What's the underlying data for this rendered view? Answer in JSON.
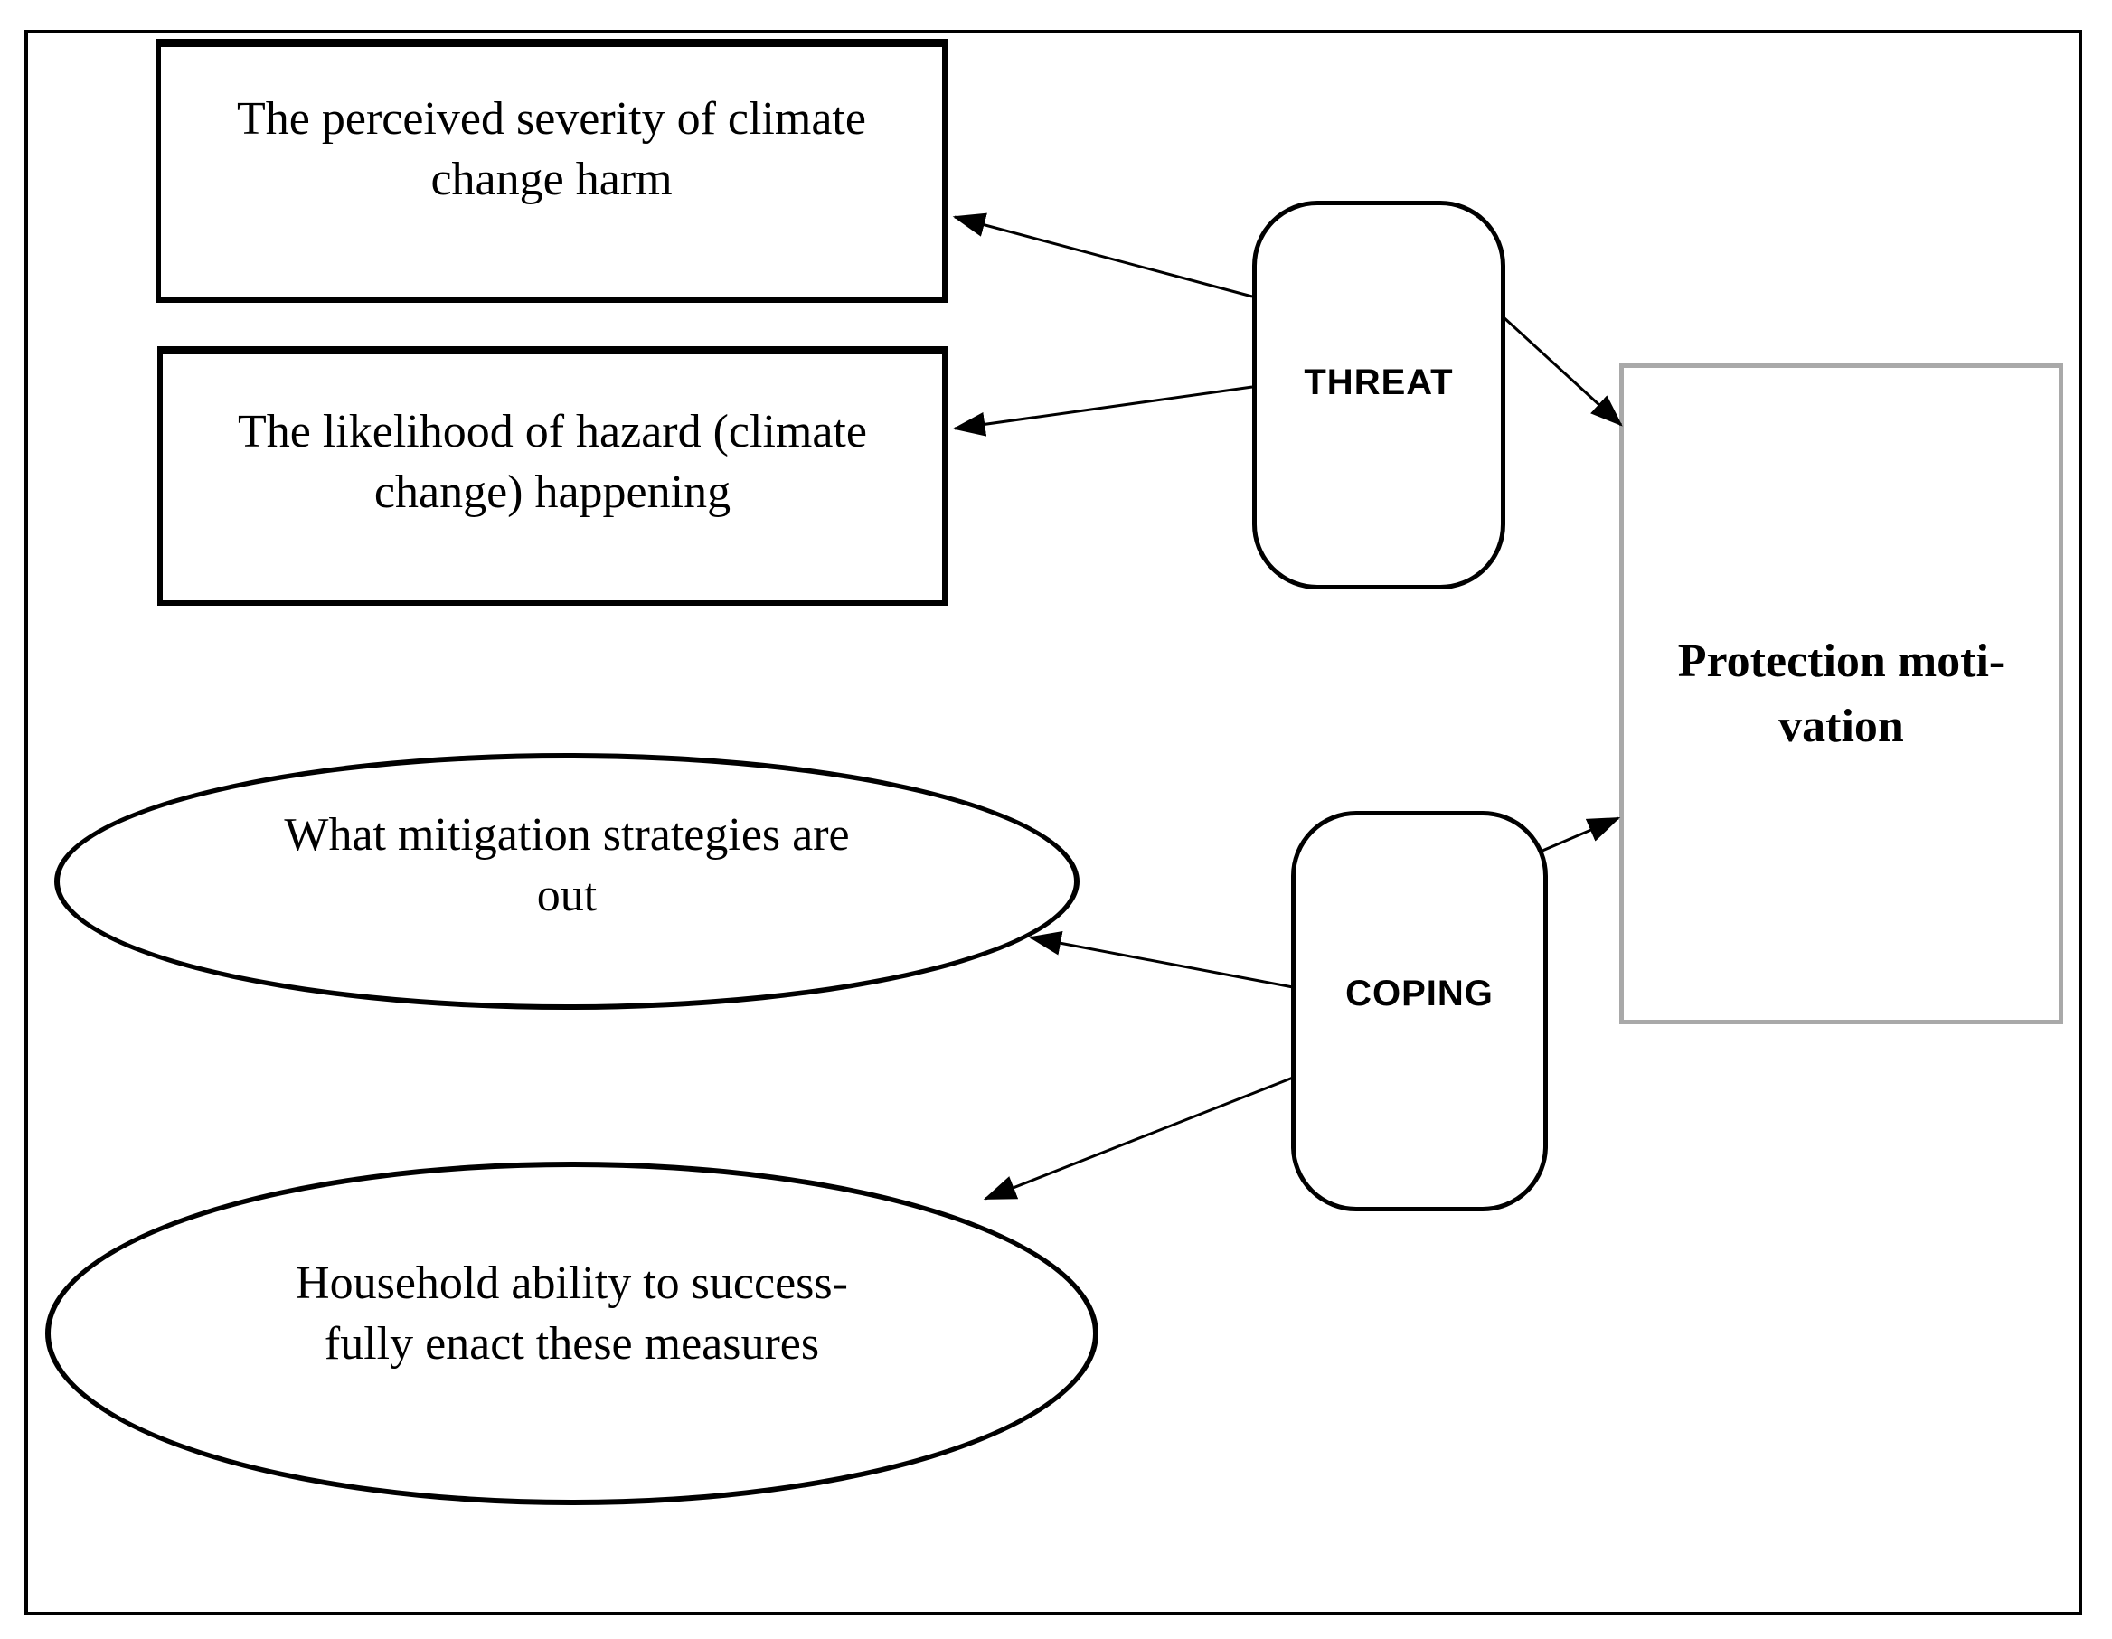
{
  "nodes": {
    "severity": {
      "line1": "The perceived severity of climate",
      "line2": "change harm"
    },
    "likelihood": {
      "line1": "The likelihood of hazard (climate",
      "line2": "change) happening"
    },
    "threat": {
      "label": "THREAT"
    },
    "coping": {
      "label": "COPING"
    },
    "protection": {
      "line1": "Protection moti-",
      "line2": "vation"
    },
    "mitigation": {
      "line1": "What mitigation strategies are",
      "line2": "out"
    },
    "household": {
      "line1": "Household ability to success-",
      "line2": "fully enact these measures"
    }
  },
  "edges": [
    {
      "from": "THREAT",
      "to": "The perceived severity of climate change harm"
    },
    {
      "from": "THREAT",
      "to": "The likelihood of hazard (climate change) happening"
    },
    {
      "from": "THREAT",
      "to": "Protection motivation"
    },
    {
      "from": "COPING",
      "to": "What mitigation strategies are out"
    },
    {
      "from": "COPING",
      "to": "Household ability to successfully enact these measures"
    },
    {
      "from": "COPING",
      "to": "Protection motivation"
    }
  ],
  "colors": {
    "ink": "#000000",
    "protection_border": "#a9a9a9",
    "background": "#ffffff"
  }
}
